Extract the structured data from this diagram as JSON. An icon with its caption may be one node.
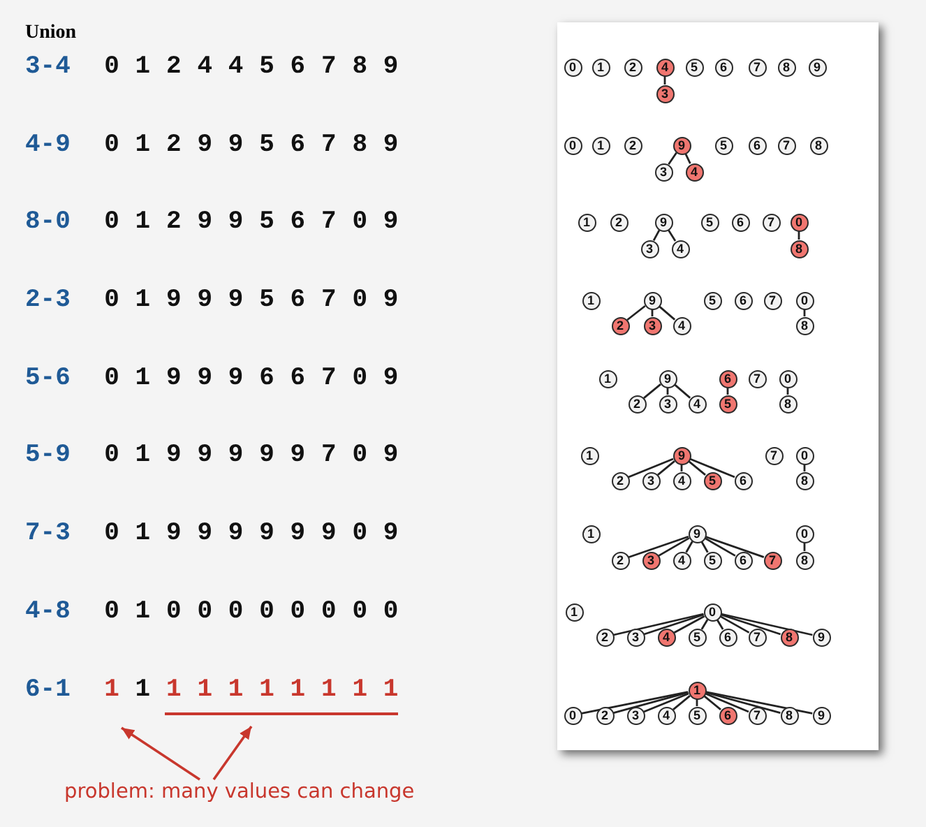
{
  "diagram": {
    "title": "Union",
    "nodes": [
      {
        "text": [
          "0"
        ]
      },
      {
        "text": [
          "1"
        ]
      },
      {
        "text": [
          "2"
        ]
      },
      {
        "text": [
          "4"
        ]
      },
      {
        "text": [
          "5"
        ]
      },
      {
        "text": [
          "6"
        ]
      },
      {
        "text": [
          "7"
        ]
      },
      {
        "text": [
          "8"
        ]
      },
      {
        "text": [
          "9"
        ]
      },
      {
        "text": [
          "3"
        ]
      },
      {
        "text": [
          "0"
        ]
      },
      {
        "text": [
          "1"
        ]
      },
      {
        "text": [
          "2"
        ]
      },
      {
        "text": [
          "9"
        ]
      },
      {
        "text": [
          "5"
        ]
      },
      {
        "text": [
          "6"
        ]
      },
      {
        "text": [
          "7"
        ]
      },
      {
        "text": [
          "8"
        ]
      },
      {
        "text": [
          "3"
        ]
      },
      {
        "text": [
          "4"
        ]
      },
      {
        "text": [
          "1"
        ]
      },
      {
        "text": [
          "2"
        ]
      },
      {
        "text": [
          "9"
        ]
      },
      {
        "text": [
          "5"
        ]
      },
      {
        "text": [
          "6"
        ]
      },
      {
        "text": [
          "7"
        ]
      },
      {
        "text": [
          "0"
        ]
      },
      {
        "text": [
          "3"
        ]
      },
      {
        "text": [
          "4"
        ]
      },
      {
        "text": [
          "8"
        ]
      },
      {
        "text": [
          "1"
        ]
      },
      {
        "text": [
          "9"
        ]
      },
      {
        "text": [
          "5"
        ]
      },
      {
        "text": [
          "6"
        ]
      },
      {
        "text": [
          "7"
        ]
      },
      {
        "text": [
          "0"
        ]
      },
      {
        "text": [
          "2"
        ]
      },
      {
        "text": [
          "3"
        ]
      },
      {
        "text": [
          "4"
        ]
      },
      {
        "text": [
          "8"
        ]
      },
      {
        "text": [
          "1"
        ]
      },
      {
        "text": [
          "9"
        ]
      },
      {
        "text": [
          "6"
        ]
      },
      {
        "text": [
          "7"
        ]
      },
      {
        "text": [
          "0"
        ]
      },
      {
        "text": [
          "2"
        ]
      },
      {
        "text": [
          "3"
        ]
      },
      {
        "text": [
          "4"
        ]
      },
      {
        "text": [
          "5"
        ]
      },
      {
        "text": [
          "8"
        ]
      },
      {
        "text": [
          "1"
        ]
      },
      {
        "text": [
          "9"
        ]
      },
      {
        "text": [
          "7"
        ]
      },
      {
        "text": [
          "0"
        ]
      },
      {
        "text": [
          "2"
        ]
      },
      {
        "text": [
          "3"
        ]
      },
      {
        "text": [
          "4"
        ]
      },
      {
        "text": [
          "5"
        ]
      },
      {
        "text": [
          "6"
        ]
      },
      {
        "text": [
          "8"
        ]
      },
      {
        "text": [
          "1"
        ]
      },
      {
        "text": [
          "9"
        ]
      },
      {
        "text": [
          "0"
        ]
      },
      {
        "text": [
          "2"
        ]
      },
      {
        "text": [
          "3"
        ]
      },
      {
        "text": [
          "4"
        ]
      },
      {
        "text": [
          "5"
        ]
      },
      {
        "text": [
          "6"
        ]
      },
      {
        "text": [
          "7"
        ]
      },
      {
        "text": [
          "8"
        ]
      },
      {
        "text": [
          "1"
        ]
      },
      {
        "text": [
          "0"
        ]
      },
      {
        "text": [
          "2"
        ]
      },
      {
        "text": [
          "3"
        ]
      },
      {
        "text": [
          "4"
        ]
      },
      {
        "text": [
          "5"
        ]
      },
      {
        "text": [
          "6"
        ]
      },
      {
        "text": [
          "7"
        ]
      },
      {
        "text": [
          "8"
        ]
      },
      {
        "text": [
          "9"
        ]
      },
      {
        "text": [
          "1"
        ]
      },
      {
        "text": [
          "0"
        ]
      },
      {
        "text": [
          "2"
        ]
      },
      {
        "text": [
          "3"
        ]
      },
      {
        "text": [
          "4"
        ]
      },
      {
        "text": [
          "5"
        ]
      },
      {
        "text": [
          "6"
        ]
      },
      {
        "text": [
          "7"
        ]
      },
      {
        "text": [
          "8"
        ]
      },
      {
        "text": [
          "9"
        ]
      },
      {
        "text": [
          "problem: many values can change"
        ]
      }
    ],
    "edges": [
      {
        "from": 3,
        "to": 9,
        "arrow": "none"
      },
      {
        "from": 13,
        "to": 18,
        "arrow": "none"
      },
      {
        "from": 13,
        "to": 19,
        "arrow": "none"
      },
      {
        "from": 22,
        "to": 27,
        "arrow": "none"
      },
      {
        "from": 22,
        "to": 28,
        "arrow": "none"
      },
      {
        "from": 26,
        "to": 29,
        "arrow": "none"
      },
      {
        "from": 31,
        "to": 36,
        "arrow": "none"
      },
      {
        "from": 31,
        "to": 37,
        "arrow": "none"
      },
      {
        "from": 31,
        "to": 38,
        "arrow": "none"
      },
      {
        "from": 35,
        "to": 39,
        "arrow": "none"
      },
      {
        "from": 41,
        "to": 45,
        "arrow": "none"
      },
      {
        "from": 41,
        "to": 46,
        "arrow": "none"
      },
      {
        "from": 41,
        "to": 47,
        "arrow": "none"
      },
      {
        "from": 42,
        "to": 48,
        "arrow": "none"
      },
      {
        "from": 44,
        "to": 49,
        "arrow": "none"
      },
      {
        "from": 51,
        "to": 54,
        "arrow": "none"
      },
      {
        "from": 51,
        "to": 55,
        "arrow": "none"
      },
      {
        "from": 51,
        "to": 56,
        "arrow": "none"
      },
      {
        "from": 51,
        "to": 57,
        "arrow": "none"
      },
      {
        "from": 51,
        "to": 58,
        "arrow": "none"
      },
      {
        "from": 53,
        "to": 59,
        "arrow": "none"
      },
      {
        "from": 61,
        "to": 63,
        "arrow": "none"
      },
      {
        "from": 61,
        "to": 64,
        "arrow": "none"
      },
      {
        "from": 61,
        "to": 65,
        "arrow": "none"
      },
      {
        "from": 61,
        "to": 66,
        "arrow": "none"
      },
      {
        "from": 61,
        "to": 67,
        "arrow": "none"
      },
      {
        "from": 61,
        "to": 68,
        "arrow": "none"
      },
      {
        "from": 62,
        "to": 69,
        "arrow": "none"
      },
      {
        "from": 71,
        "to": 72,
        "arrow": "none"
      },
      {
        "from": 71,
        "to": 73,
        "arrow": "none"
      },
      {
        "from": 71,
        "to": 74,
        "arrow": "none"
      },
      {
        "from": 71,
        "to": 75,
        "arrow": "none"
      },
      {
        "from": 71,
        "to": 76,
        "arrow": "none"
      },
      {
        "from": 71,
        "to": 77,
        "arrow": "none"
      },
      {
        "from": 71,
        "to": 78,
        "arrow": "none"
      },
      {
        "from": 71,
        "to": 79,
        "arrow": "none"
      },
      {
        "from": 80,
        "to": 81,
        "arrow": "none"
      },
      {
        "from": 80,
        "to": 82,
        "arrow": "none"
      },
      {
        "from": 80,
        "to": 83,
        "arrow": "none"
      },
      {
        "from": 80,
        "to": 84,
        "arrow": "none"
      },
      {
        "from": 80,
        "to": 85,
        "arrow": "none"
      },
      {
        "from": 80,
        "to": 86,
        "arrow": "none"
      },
      {
        "from": 80,
        "to": 87,
        "arrow": "none"
      },
      {
        "from": 80,
        "to": 88,
        "arrow": "none"
      },
      {
        "from": 80,
        "to": 89,
        "arrow": "none"
      },
      {
        "from": 90,
        "to": null,
        "arrow": "to",
        "color": "#c8372d"
      },
      {
        "from": 90,
        "to": null,
        "arrow": "to",
        "color": "#c8372d"
      }
    ],
    "labels": [
      "3-4",
      "0",
      "1",
      "2",
      "4",
      "4",
      "5",
      "6",
      "7",
      "8",
      "9",
      "4-9",
      "0",
      "1",
      "2",
      "9",
      "9",
      "5",
      "6",
      "7",
      "8",
      "9",
      "8-0",
      "0",
      "1",
      "2",
      "9",
      "9",
      "5",
      "6",
      "7",
      "0",
      "9",
      "2-3",
      "0",
      "1",
      "9",
      "9",
      "9",
      "5",
      "6",
      "7",
      "0",
      "9",
      "5-6",
      "0",
      "1",
      "9",
      "9",
      "9",
      "6",
      "6",
      "7",
      "0",
      "9",
      "5-9",
      "0",
      "1",
      "9",
      "9",
      "9",
      "9",
      "9",
      "7",
      "0",
      "9",
      "7-3",
      "0",
      "1",
      "9",
      "9",
      "9",
      "9",
      "9",
      "9",
      "0",
      "9",
      "4-8",
      "0",
      "1",
      "0",
      "0",
      "0",
      "0",
      "0",
      "0",
      "0",
      "0",
      "6-1",
      "1",
      "1",
      "1",
      "1",
      "1",
      "1",
      "1",
      "1",
      "1",
      "1"
    ]
  }
}
